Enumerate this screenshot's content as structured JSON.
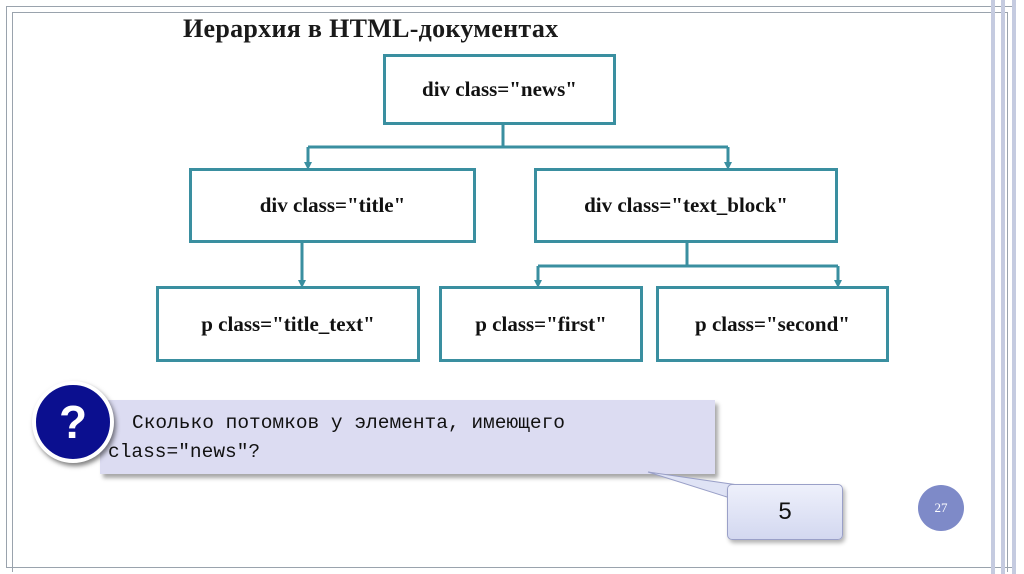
{
  "slide": {
    "title": "Иерархия в HTML-документах",
    "page_number": "27"
  },
  "tree": {
    "root": "div class=\"news\"",
    "level1": [
      "div class=\"title\"",
      "div class=\"text_block\""
    ],
    "level2": [
      "p class=\"title_text\"",
      "p class=\"first\"",
      "p class=\"second\""
    ]
  },
  "question": {
    "badge": "?",
    "text": "Сколько потомков у элемента, имеющего class=\"news\"?",
    "answer": "5"
  },
  "colors": {
    "node_border": "#3a8fa0",
    "connector": "#3a8fa0",
    "question_bg": "#dcdcf2",
    "badge": "#0b0f8f",
    "page_badge": "#7e8ac8"
  }
}
